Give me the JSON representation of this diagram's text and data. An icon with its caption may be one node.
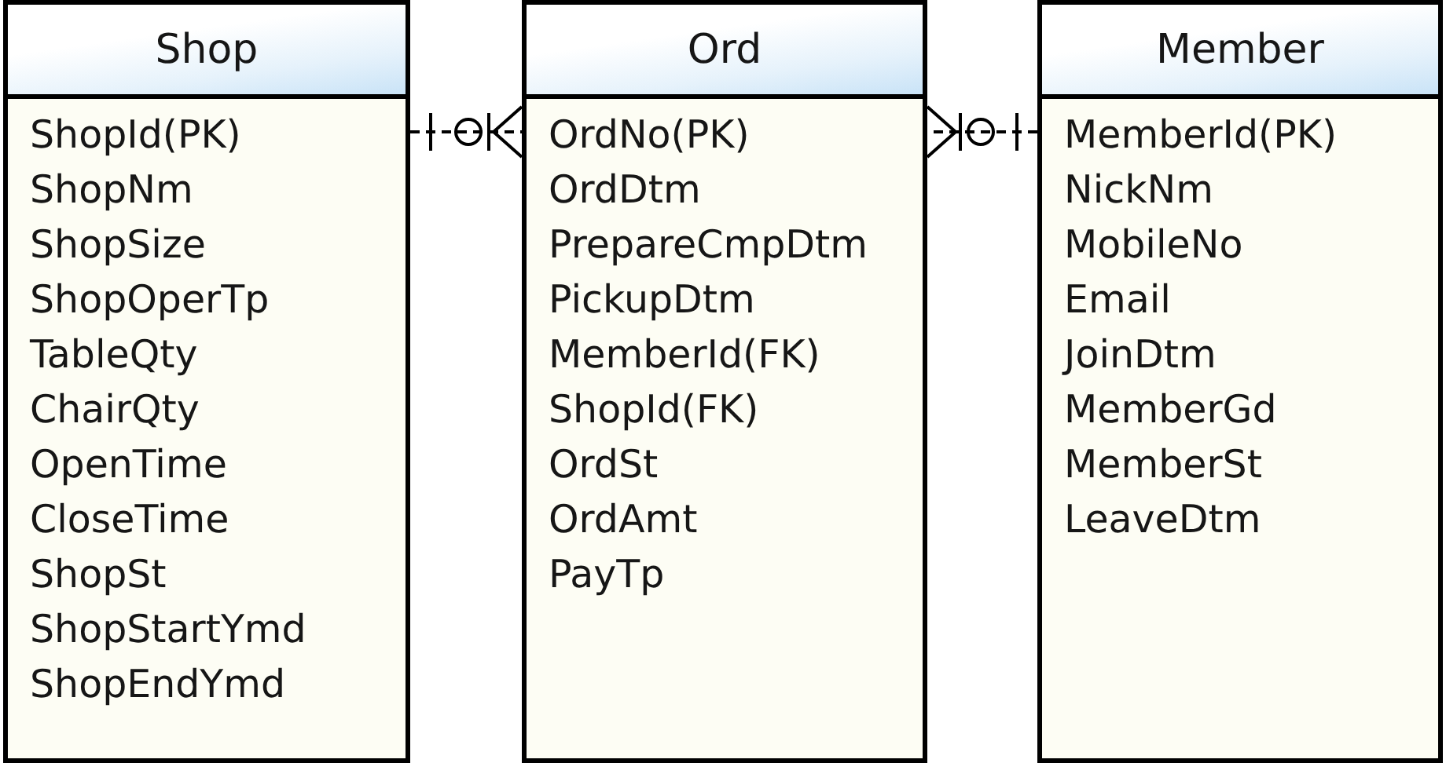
{
  "diagram": {
    "nodes": [
      {
        "text": [
          "Shop",
          "ShopId(PK)",
          "ShopNm",
          "ShopSize",
          "ShopOperTp",
          "TableQty",
          "ChairQty",
          "OpenTime",
          "CloseTime",
          "ShopSt",
          "ShopStartYmd",
          "ShopEndYmd"
        ]
      },
      {
        "text": [
          "Ord",
          "OrdNo(PK)",
          "OrdDtm",
          "PrepareCmpDtm",
          "PickupDtm",
          "MemberId(FK)",
          "ShopId(FK)",
          "OrdSt",
          "OrdAmt",
          "PayTp"
        ]
      },
      {
        "text": [
          "Member",
          "MemberId(PK)",
          "NickNm",
          "MobileNo",
          "Email",
          "JoinDtm",
          "MemberGd",
          "MemberSt",
          "LeaveDtm"
        ]
      }
    ],
    "edges": [
      {
        "from": 0,
        "to": 1,
        "arrow": "other",
        "style": "dashed"
      },
      {
        "from": 2,
        "to": 1,
        "arrow": "other",
        "style": "dashed"
      }
    ]
  }
}
